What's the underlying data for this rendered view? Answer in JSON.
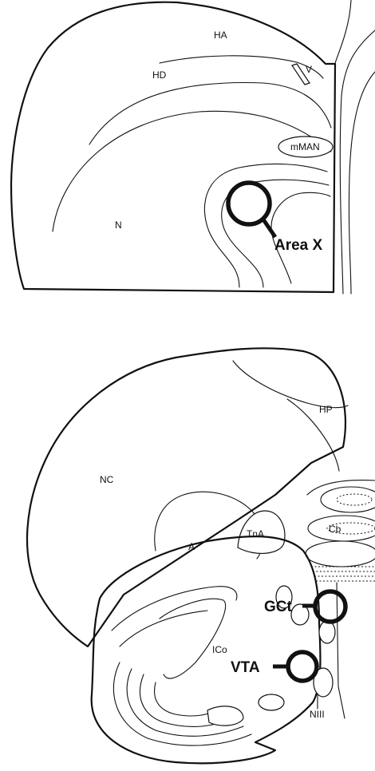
{
  "top_section": {
    "labels": {
      "ha": "HA",
      "hd": "HD",
      "v": "V",
      "mman": "mMAN",
      "n": "N"
    },
    "target": "Area X"
  },
  "bottom_section": {
    "labels": {
      "hp": "HP",
      "nc": "NC",
      "a": "A",
      "tna": "TnA",
      "cb": "Cb",
      "ico": "ICo",
      "niii": "NIII"
    },
    "targets": {
      "gct": "GCt",
      "vta": "VTA"
    }
  }
}
